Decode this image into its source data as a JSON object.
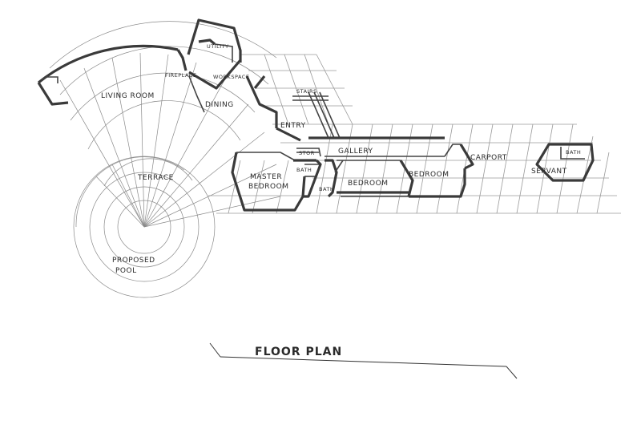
{
  "rooms": {
    "utility": "UTILITY",
    "fireplace": "FIREPLACE",
    "workspace": "WORKSPACE",
    "living_room": "LIVING ROOM",
    "dining": "DINING",
    "stairs": "STAIRS",
    "entry": "ENTRY",
    "terrace": "TERRACE",
    "stor": "STOR",
    "gallery": "GALLERY",
    "master_bedroom_1": "MASTER",
    "master_bedroom_2": "BEDROOM",
    "bath_master": "BATH",
    "bath_2": "BATH",
    "bedroom_1": "BEDROOM",
    "bedroom_2": "BEDROOM",
    "carport": "CARPORT",
    "servant": "SERVANT",
    "bath_servant": "BATH",
    "pool_1": "PROPOSED",
    "pool_2": "POOL"
  },
  "title": "FLOOR PLAN"
}
